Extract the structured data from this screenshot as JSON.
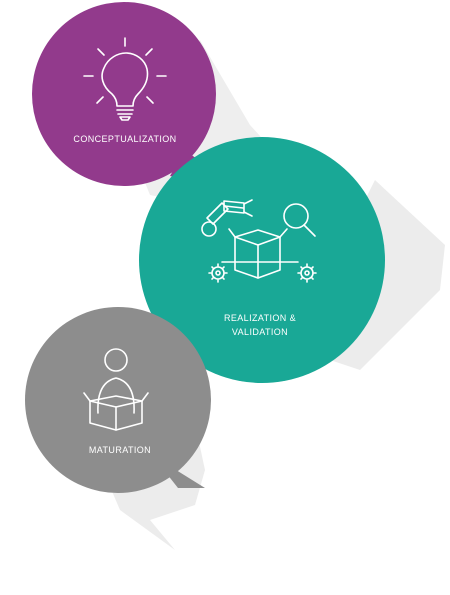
{
  "stages": [
    {
      "label": "CONCEPTUALIZATION",
      "icon": "lightbulb-icon",
      "color": "#923a8c"
    },
    {
      "label_line1": "REALIZATION &",
      "label_line2": "VALIDATION",
      "icon": "robot-arm-box-icon",
      "color": "#19a896"
    },
    {
      "label": "MATURATION",
      "icon": "person-holding-box-icon",
      "color": "#8d8d8d"
    }
  ],
  "shadow_color": "#ececec"
}
